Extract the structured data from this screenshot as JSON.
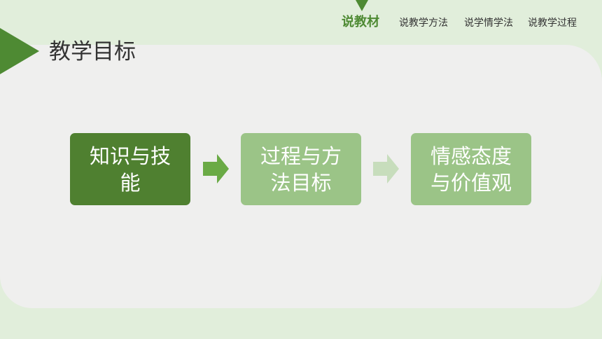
{
  "nav": {
    "items": [
      {
        "label": "说教材",
        "active": true
      },
      {
        "label": "说教学方法",
        "active": false
      },
      {
        "label": "说学情学法",
        "active": false
      },
      {
        "label": "说教学过程",
        "active": false
      }
    ]
  },
  "page": {
    "title": "教学目标"
  },
  "flow": {
    "steps": [
      {
        "label": "知识与技能"
      },
      {
        "label": "过程与方法目标"
      },
      {
        "label": "情感态度与价值观"
      }
    ],
    "arrow_icons": [
      "arrow-right-icon",
      "arrow-right-icon"
    ]
  },
  "colors": {
    "accent": "#4e8a33",
    "dark_box": "#4f8030",
    "light_box": "#9bc487",
    "arrow_1": "#6aaa45",
    "arrow_2": "#c7ddbc",
    "panel": "#efefee",
    "background": "#e1eedb"
  }
}
